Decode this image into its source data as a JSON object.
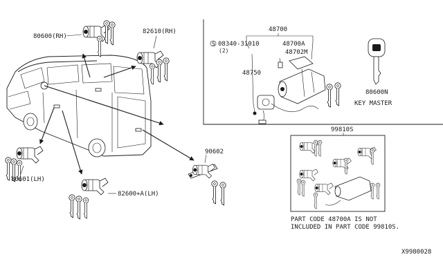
{
  "labels": {
    "rh_door_lock": "80600(RH)",
    "rh_rear_lock": "82610(RH)",
    "lh_door_lock": "80601(LH)",
    "lh_rear_lock": "82600+A(LH)",
    "back_door_lock": "90602",
    "ignition_set": "48700",
    "screw_part": "08340-31010",
    "screw_qty": "(2)",
    "ignition_lock": "48700A",
    "knob": "48702M",
    "steering_lock": "48750",
    "key_master_code": "80600N",
    "key_master_text": "KEY MASTER",
    "lock_set": "99810S",
    "note_line1": "PART CODE  48700A IS NOT",
    "note_line2": "INCLUDED IN PART CODE 99810S.",
    "diagram_id": "X9980028"
  },
  "icons": [
    "door-lock-cylinder",
    "key",
    "ignition-lock",
    "van-outline",
    "key-master"
  ]
}
